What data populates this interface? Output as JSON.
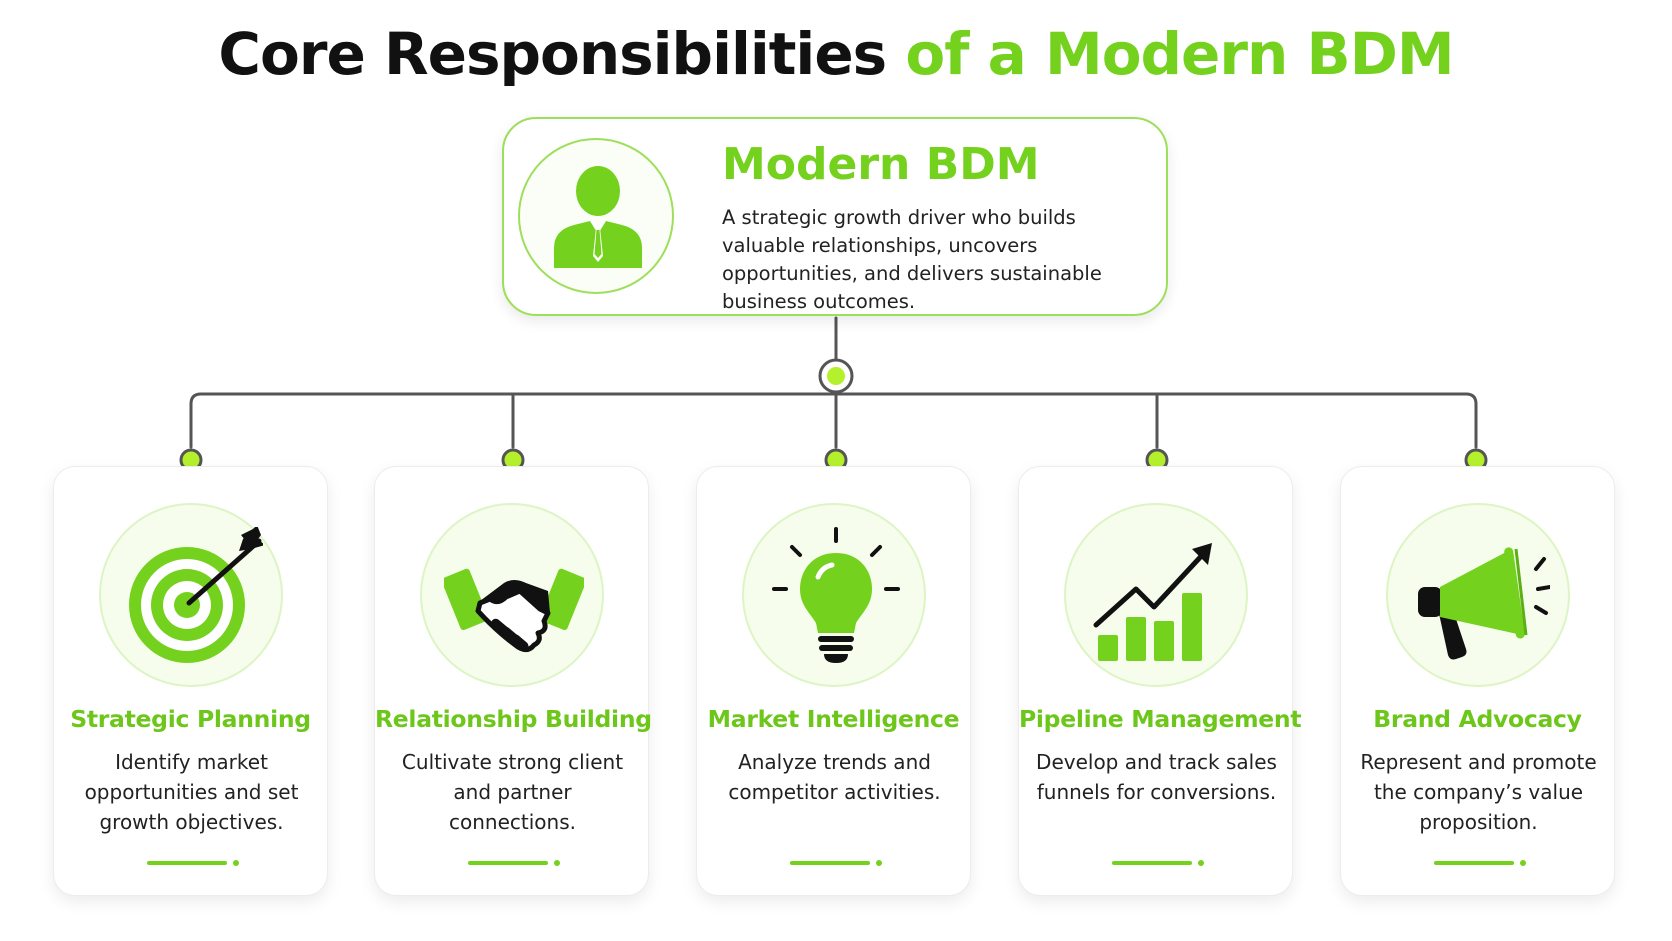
{
  "title": {
    "part_dark": "Core Responsibilities",
    "part_green": "of a Modern BDM"
  },
  "colors": {
    "accent": "#74d11d",
    "accent_light": "#9ddf5a",
    "text_dark": "#111111",
    "connector": "#555555"
  },
  "hub": {
    "icon": "businessman-icon",
    "title": "Modern BDM",
    "description": "A strategic growth driver who builds valuable relationships, uncovers opportunities, and delivers sustainable business outcomes."
  },
  "cards": [
    {
      "icon": "target-arrow-icon",
      "title": "Strategic Planning",
      "description": "Identify market opportunities and set growth objectives."
    },
    {
      "icon": "handshake-icon",
      "title": "Relationship Building",
      "description": "Cultivate strong client and partner connections."
    },
    {
      "icon": "lightbulb-icon",
      "title": "Market Intelligence",
      "description": "Analyze trends and competitor activities."
    },
    {
      "icon": "growth-chart-icon",
      "title": "Pipeline Management",
      "description": "Develop and track sales funnels for conversions."
    },
    {
      "icon": "megaphone-icon",
      "title": "Brand Advocacy",
      "description": "Represent and promote the company’s value proposition."
    }
  ]
}
